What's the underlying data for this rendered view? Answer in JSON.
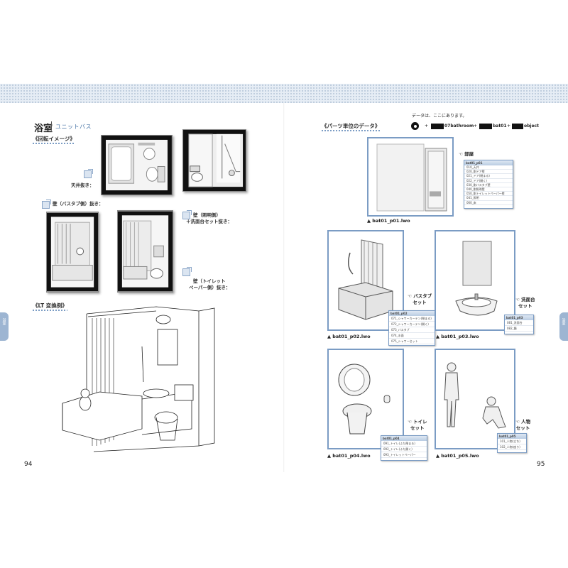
{
  "left_page": {
    "title": "浴室",
    "subtitle": "ユニットバス",
    "section_rotation": "《回転イメージ》",
    "label_ceiling": "天井抜き：",
    "label_bathtub_wall": "壁（バスタブ側）抜き：",
    "label_light_wall_1": "壁（照明側）",
    "label_light_wall_2": "＋洗面台セット抜き：",
    "label_toilet_wall_1": "壁（トイレット",
    "label_toilet_wall_2": "ペーパー側）抜き：",
    "section_lt": "《LT 変換例》",
    "page_number": "94",
    "side_tab": "浴室"
  },
  "right_page": {
    "note": "データは、ここにあります。",
    "path_bathroom": "07bathroom",
    "path_bat": "bat01",
    "path_object": "object",
    "plus": "+",
    "section_parts": "《パーツ単位のデータ》",
    "page_number": "95",
    "side_tab": "浴室",
    "parts": [
      {
        "caption": "▲ bat01_p01.lwo",
        "tag": "部屋",
        "panel_title": "bat01_p01",
        "items": [
          "010_天井",
          "020_剛ドア壁",
          "021_ドア(閉まる)",
          "022_ドア(開く)",
          "030_剛バスタブ壁",
          "040_剛照明壁",
          "050_剛トイレットペーパー壁",
          "041_照明",
          "060_床"
        ]
      },
      {
        "caption": "▲ bat01_p02.lwo",
        "tag": "バスタブセット",
        "tag_line1": "バスタブ",
        "tag_line2": "セット",
        "panel_title": "bat01_p02",
        "items": [
          "071_シャワーカーテン(閉まる)",
          "072_シャワーカーテン(開く)",
          "073_バスタブ",
          "074_水面",
          "075_シャワーセット"
        ]
      },
      {
        "caption": "▲ bat01_p03.lwo",
        "tag_line1": "洗面台",
        "tag_line2": "セット",
        "panel_title": "bat01_p03",
        "items": [
          "081_洗面台",
          "082_鏡"
        ]
      },
      {
        "caption": "▲ bat01_p04.lwo",
        "tag_line1": "トイレ",
        "tag_line2": "セット",
        "panel_title": "bat01_p04",
        "items": [
          "091_トイレ(ふた閉まる)",
          "092_トイレ(ふた開く)",
          "093_トイレットペーパー"
        ]
      },
      {
        "caption": "▲ bat01_p05.lwo",
        "tag": "人物",
        "tag_line1": "人物",
        "tag_line2": "セット",
        "panel_title": "bat01_p05",
        "items": [
          "101_人物(立ち)",
          "102_人物(座り)"
        ]
      }
    ]
  },
  "colors": {
    "accent": "#7b9cc4",
    "band": "#e6edf5",
    "tab": "#9db5d2"
  }
}
